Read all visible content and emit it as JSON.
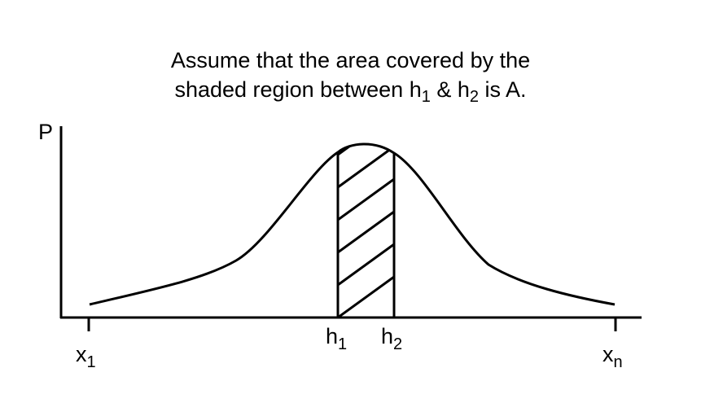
{
  "caption": {
    "line1": "Assume that the area covered by the",
    "line2_prefix": "shaded region between h",
    "line2_sub1": "1",
    "line2_mid": " & h",
    "line2_sub2": "2",
    "line2_suffix": " is A."
  },
  "axes": {
    "y_label": "P",
    "x1": {
      "base": "x",
      "sub": "1"
    },
    "h1": {
      "base": "h",
      "sub": "1"
    },
    "h2": {
      "base": "h",
      "sub": "2"
    },
    "xn": {
      "base": "x",
      "sub": "n"
    }
  },
  "colors": {
    "ink": "#000000",
    "background": "#ffffff"
  }
}
